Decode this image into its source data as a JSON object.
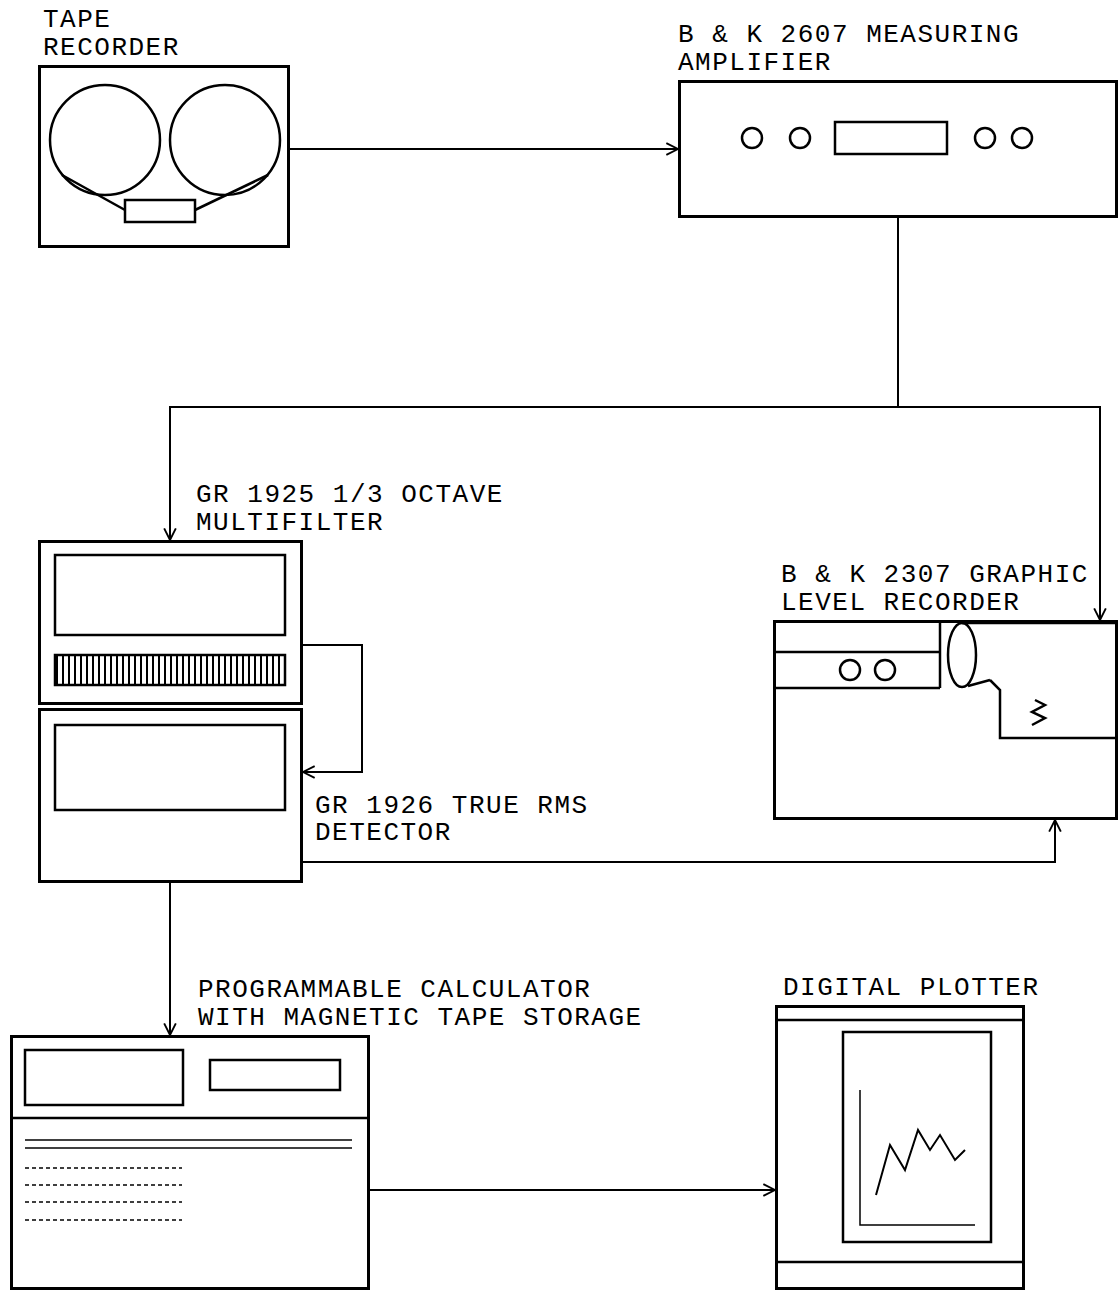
{
  "diagram": {
    "nodes": [
      {
        "text": [
          "TAPE RECORDER"
        ]
      },
      {
        "text": [
          "B & K 2607 MEASURING AMPLIFIER"
        ]
      },
      {
        "text": [
          "GR 1925 1/3 OCTAVE MULTIFILTER"
        ]
      },
      {
        "text": [
          "GR 1926 TRUE RMS DETECTOR"
        ]
      },
      {
        "text": [
          "B & K 2307 GRAPHIC LEVEL RECORDER"
        ]
      },
      {
        "text": [
          "PROGRAMMABLE CALCULATOR WITH MAGNETIC TAPE STORAGE"
        ]
      },
      {
        "text": [
          "DIGITAL PLOTTER"
        ]
      }
    ],
    "edges": [
      {
        "from": 0,
        "to": 1,
        "arrow": "to"
      },
      {
        "from": 1,
        "to": 2,
        "arrow": "to"
      },
      {
        "from": 1,
        "to": 4,
        "arrow": "to"
      },
      {
        "from": 2,
        "to": 3,
        "arrow": "to"
      },
      {
        "from": 3,
        "to": 4,
        "arrow": "to"
      },
      {
        "from": 3,
        "to": 5,
        "arrow": "to"
      },
      {
        "from": 5,
        "to": 6,
        "arrow": "to"
      }
    ]
  }
}
